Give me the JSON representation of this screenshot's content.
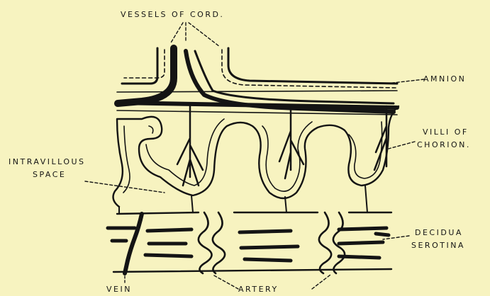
{
  "labels": {
    "vessels_of_cord": "VESSELS OF CORD.",
    "amnion": "AMNION",
    "villi_of_chorion_line1": "VILLI OF",
    "villi_of_chorion_line2": "CHORION.",
    "intravillous_line1": "INTRAVILLOUS",
    "intravillous_line2": "SPACE",
    "decidua_line1": "DECIDUA",
    "decidua_line2": "SEROTINA",
    "vein": "VEIN",
    "artery": "ARTERY"
  },
  "colors": {
    "background": "#f7f3c0",
    "ink": "#141414"
  }
}
